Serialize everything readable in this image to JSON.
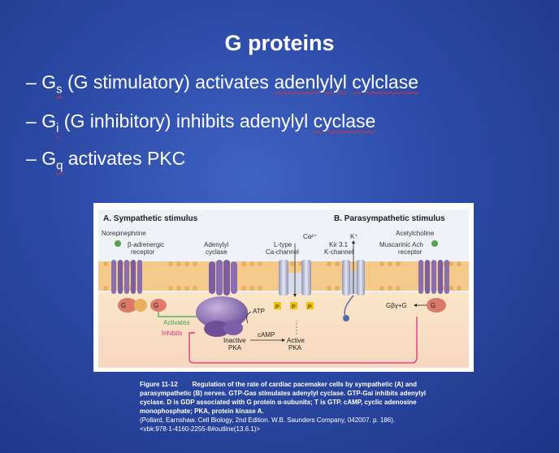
{
  "slide": {
    "title": "G proteins",
    "bullets": [
      {
        "dash": "–",
        "g": "G",
        "sub": "s",
        "rest1": " (G stimulatory) activates ",
        "w1": "adenlylyl",
        "mid": " ",
        "w2": "cylclase",
        "rest2": ""
      },
      {
        "dash": "–",
        "g": "G",
        "sub": "i",
        "rest1": " (G inhibitory) inhibits adenylyl ",
        "w1": "cyclase"
      },
      {
        "dash": "–",
        "g": "G",
        "sub": "q",
        "rest1": " activates PKC"
      }
    ]
  },
  "figure": {
    "heading_a": "A. Sympathetic stimulus",
    "heading_b": "B. Parasympathetic stimulus",
    "norepinephrine": "Norepinephrine",
    "beta_receptor_1": "β-adrenergic",
    "beta_receptor_2": "receptor",
    "adenylyl_1": "Adenylyl",
    "adenylyl_2": "cyclase",
    "ca_ion": "Ca²⁺",
    "ltype_1": "L-type",
    "ltype_2": "Ca-channel",
    "k_ion": "K⁺",
    "kir_1": "Kir 3.1",
    "kir_2": "K-channel",
    "acetylcholine": "Acetylcholine",
    "muscarinic_1": "Muscarinic Ach",
    "muscarinic_2": "receptor",
    "activates": "Activates",
    "inhibits": "Inhibits",
    "atp": "ATP",
    "camp": "cAMP",
    "inactive_1": "Inactive",
    "inactive_2": "PKA",
    "active_1": "Active",
    "active_2": "PKA",
    "p_mark": "P",
    "g_abg_d": "G",
    "g_as_t": "G",
    "g_by_ai": "Gβγ+G",
    "g_abg_r": "G"
  },
  "caption": {
    "line1_label": "Figure 11-12",
    "line1_text": "Regulation of the rate of cardiac pacemaker cells by sympathetic (A) and",
    "line2": "parasympathetic (B) nerves. GTP-Gas stimulates adenylyl cyclase. GTP-Gai inhibits adenylyl",
    "line3": "cyclase. D is GDP associated with G protein α-subunits; T is GTP. cAMP, cyclic adenosine",
    "line4": "monophosphate; PKA, protein kinase A.",
    "line5": "(Pollard, Earnshaw. Cell Biology, 2nd Edition. W.B. Saunders Company, 042007. p. 186).",
    "line6": "<vbk:978-1-4160-2255-8#outline(13.6.1)>"
  },
  "colors": {
    "background": "#2c4aa6",
    "squiggle": "#d33333",
    "membrane": "#f4c98a",
    "protein": "#8a6fb0",
    "activates": "#3aa84a",
    "inhibits": "#d8327a"
  }
}
